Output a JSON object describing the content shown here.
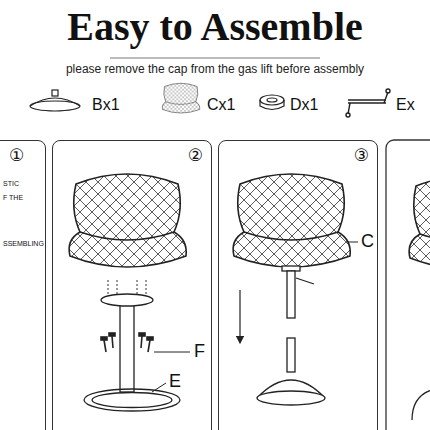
{
  "diagram": {
    "title": "Easy to Assemble",
    "nodes": [
      {
        "text": [
          "①"
        ]
      },
      {
        "text": [
          "②"
        ]
      },
      {
        "text": [
          "③"
        ]
      }
    ],
    "labels": [
      "please remove the cap from the gas lift before assembly",
      "Bx1",
      "Cx1",
      "Dx1",
      "Ex",
      "STIC",
      "F THE",
      "SSEMBLING",
      "F",
      "E",
      "C"
    ]
  }
}
